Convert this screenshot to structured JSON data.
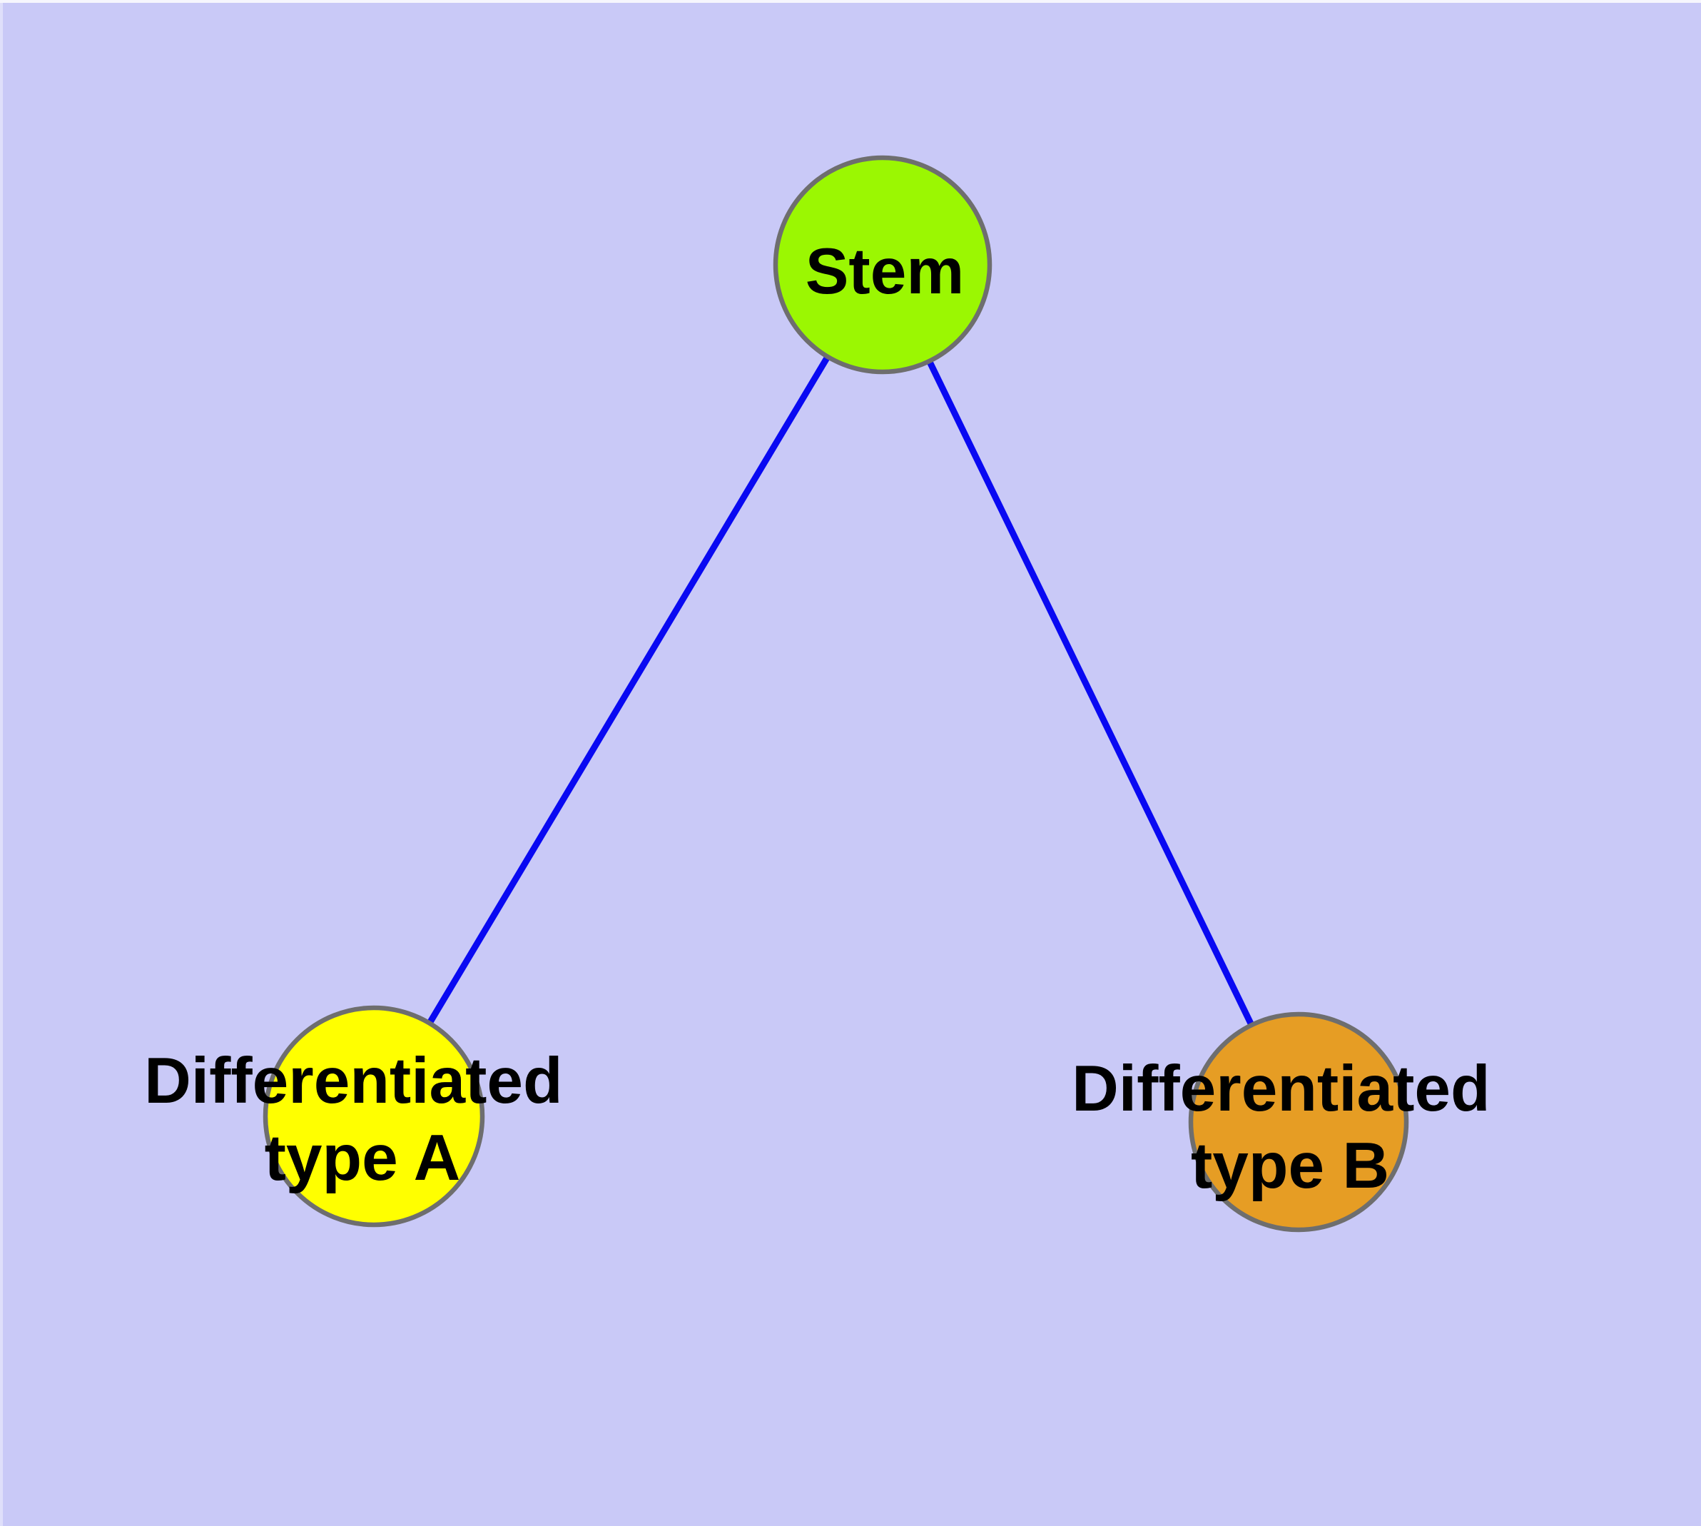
{
  "diagram": {
    "background_color": "#c9c9f7",
    "edge_color": "#0909f2",
    "node_border_color": "#6e6e6e",
    "text_color": "#000000",
    "nodes": [
      {
        "id": "stem",
        "label": "Stem",
        "fill": "#9bf702"
      },
      {
        "id": "differentiated-type-a",
        "label_line1": "Differentiated",
        "label_line2": "type A",
        "fill": "#ffff00"
      },
      {
        "id": "differentiated-type-b",
        "label_line1": "Differentiated",
        "label_line2": "type B",
        "fill": "#e69d24"
      }
    ],
    "edges": [
      {
        "from": "stem",
        "to": "differentiated-type-a"
      },
      {
        "from": "stem",
        "to": "differentiated-type-b"
      }
    ]
  }
}
